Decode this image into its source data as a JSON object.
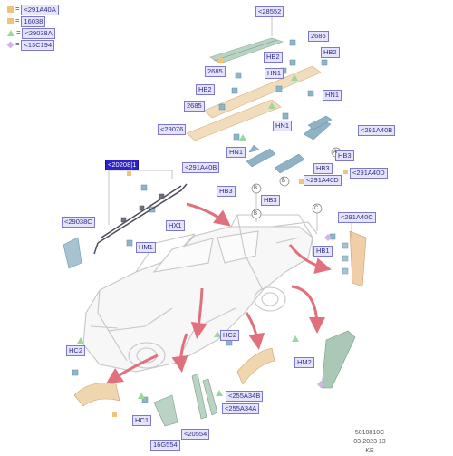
{
  "legend": [
    {
      "symbol": "square",
      "color": "#f0c27a",
      "label": "<291A40A"
    },
    {
      "symbol": "square",
      "color": "#f0c27a",
      "label": "16038"
    },
    {
      "symbol": "triangle",
      "color": "#9bd69b",
      "label": "<29038A"
    },
    {
      "symbol": "diamond",
      "color": "#d4b4ea",
      "label": "<13C194"
    }
  ],
  "labels": {
    "l28552": "<28552",
    "l2685a": "2685",
    "l2685b": "2685",
    "l2685c": "2685",
    "hb2a": "HB2",
    "hb2b": "HB2",
    "hb2c": "HB2",
    "hn1a": "HN1",
    "hn1b": "HN1",
    "hn1c": "HN1",
    "l29076": "<29076",
    "l291a40b_a": "<291A40B",
    "l291a40b_b": "<291A40B",
    "hb3a": "HB3",
    "hb3b": "HB3",
    "hb3c": "HB3",
    "l291a40d_a": "<291A40D",
    "l291a40d_b": "<291A40D",
    "selected": "<20208|1",
    "l29038c": "<29038C",
    "hx1": "HX1",
    "hm1": "HM1",
    "l291a40c": "<291A40C",
    "hb1": "HB1",
    "hc2a": "HC2",
    "hc2b": "HC2",
    "hm2": "HM2",
    "l255a34b": "<255A34B",
    "l255a34a": "<255A34A",
    "hc1": "HC1",
    "l20554": "<20554",
    "l16g554": "16G554"
  },
  "callouts": {
    "a": "A",
    "b": "B",
    "c": "C"
  },
  "footer": {
    "code": "5010810C",
    "date": "03-2023 13",
    "initials": "KE"
  }
}
